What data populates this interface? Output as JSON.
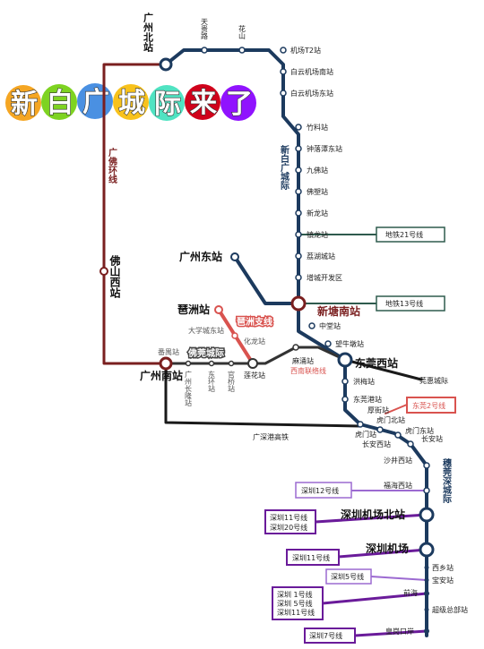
{
  "banner": {
    "chars": [
      "新",
      "白",
      "广",
      "城",
      "际",
      "来",
      "了"
    ],
    "colors": [
      "#f5a623",
      "#7ed321",
      "#4a90e2",
      "#f8c21c",
      "#50e3c2",
      "#d0021b",
      "#9013fe"
    ]
  },
  "colors": {
    "main_line": "#1c3a5e",
    "ring_line": "#7a1f1f",
    "branch_line": "#d9534f",
    "hsr_line": "#1a1a1a",
    "gray_line": "#444444",
    "sz_purple": "#6a1b9a",
    "green_box": "#2e5b4d",
    "red_box": "#d9534f",
    "lilac_box": "#9c6ad1"
  },
  "vertical_labels": {
    "ring": "广佛环线",
    "foshan_west": "佛山西站",
    "xinbaiguang": "新白广城际",
    "guanshen": "穗莞深城际"
  },
  "stations": {
    "guangzhou_north": "广州北站",
    "tianguilu": "天贵路",
    "huashan": "花山",
    "airport_t2": "机场T2站",
    "baiyun_south": "白云机场南站",
    "baiyun_east": "白云机场东站",
    "zhuliao": "竹料站",
    "zhongluotan_east": "钟落潭东站",
    "jiufo": "九佛站",
    "foshan_zhan": "佛塑站",
    "xinlong": "新龙站",
    "zhenlong": "镇龙站",
    "litang": "荔湖城站",
    "zengcheng_kaifa": "增城开发区",
    "guangzhou_east": "广州东站",
    "xintang_south": "新塘南站",
    "zhongtang": "中堂站",
    "wangniudun": "望牛墩站",
    "pazhou": "琶洲站",
    "pazhou_branch": "琶洲支线",
    "daxuecheng_east": "大学城东站",
    "hualongzhen": "化龙站",
    "panyu": "番禺站",
    "foguan": "佛莞城际",
    "guangzhou_changlong": "广州长隆站",
    "dong_huan": "东环站",
    "guanqiao": "官桥站",
    "lianhua": "莲花站",
    "machong": "麻涌站",
    "xinan_jie": "西南联络线",
    "dongguan_west": "东莞西站",
    "guanhui": "莞惠城际",
    "guangzhou_south": "广州南站",
    "hongmei": "洪梅站",
    "dongguan_gang": "东莞港站",
    "houjie": "厚街站",
    "humen_north": "虎门北站",
    "humen_east": "虎门东站",
    "humen": "虎门站",
    "changan_west": "长安西站",
    "changan": "长安站",
    "shajing_west": "沙井西站",
    "fuhai_west": "福海西站",
    "sz_airport_north": "深圳机场北站",
    "sz_airport": "深圳机场",
    "xixiang": "西乡站",
    "baoan": "宝安站",
    "qianhai": "前海",
    "chaoji_zongbu": "超级总部站",
    "huanggang": "皇岗口岸",
    "gsh": "广深港高铁"
  },
  "boxes": {
    "metro21": "地铁21号线",
    "metro13": "地铁13号线",
    "dg2": "东莞2号线",
    "sz12": "深圳12号线",
    "sz11_20": [
      "深圳11号线",
      "深圳20号线"
    ],
    "sz11": "深圳11号线",
    "sz5": "深圳5号线",
    "sz_1_5_11": [
      "深圳 1号线",
      "深圳 5号线",
      "深圳11号线"
    ],
    "sz7": "深圳7号线"
  }
}
